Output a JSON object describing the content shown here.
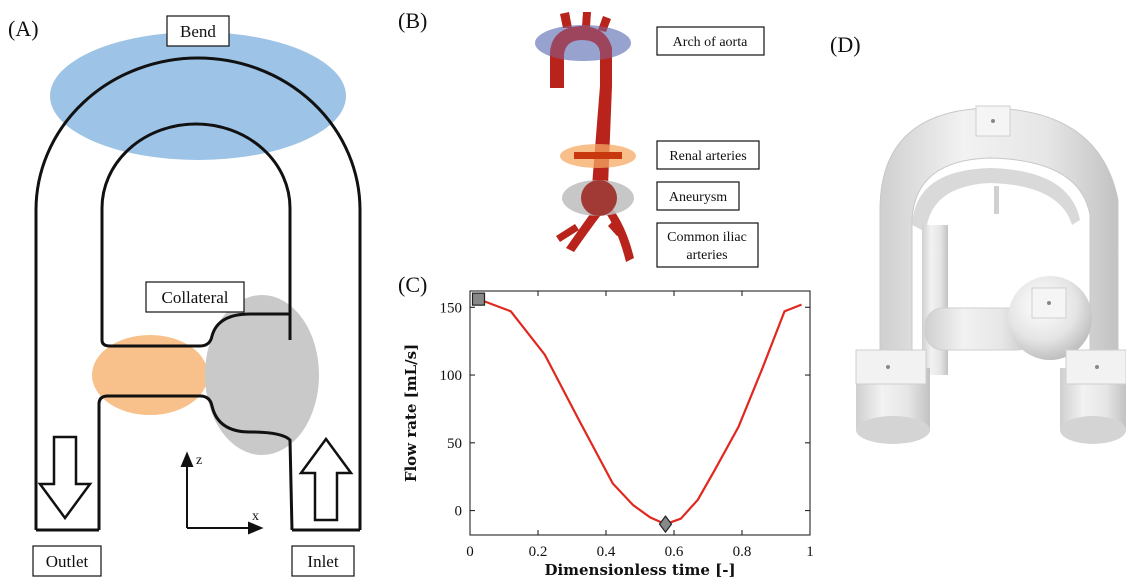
{
  "panels": {
    "a": "(A)",
    "b": "(B)",
    "c": "(C)",
    "d": "(D)"
  },
  "panel_a": {
    "bend": "Bend",
    "collateral": "Collateral",
    "outlet": "Outlet",
    "inlet": "Inlet",
    "axis_z": "z",
    "axis_x": "x",
    "colors": {
      "bend_region": "#9dc3e6",
      "renal_region": "#f8c08a",
      "aneurysm_region": "#c9c9c9",
      "outline": "#111111"
    }
  },
  "panel_b": {
    "labels": [
      "Arch of aorta",
      "Renal arteries",
      "Aneurysm",
      "Common iliac",
      "arteries"
    ],
    "colors": {
      "artery": "#b8231c",
      "arch_region": "#7f6fb0",
      "renal_region": "#f5a964",
      "aneurysm_region": "#bdbdbd"
    }
  },
  "chart_data": {
    "type": "line",
    "xlabel": "Dimensionless time [-]",
    "ylabel": "Flow rate [mL/s]",
    "xlim": [
      0,
      1
    ],
    "ylim": [
      -18,
      162
    ],
    "xticks": [
      "0",
      "0.2",
      "0.4",
      "0.6",
      "0.8",
      "1"
    ],
    "xtick_values": [
      0,
      0.2,
      0.4,
      0.6,
      0.8,
      1
    ],
    "yticks": [
      "0",
      "50",
      "100",
      "150"
    ],
    "ytick_values": [
      0,
      50,
      100,
      150
    ],
    "series": [
      {
        "color": "#e0281e",
        "x": [
          0.025,
          0.12,
          0.22,
          0.32,
          0.42,
          0.48,
          0.53,
          0.575,
          0.62,
          0.67,
          0.72,
          0.79,
          0.86,
          0.925,
          0.975
        ],
        "y": [
          156,
          147,
          115,
          67,
          20,
          4,
          -5,
          -10,
          -6,
          8,
          30,
          62,
          105,
          147,
          152
        ]
      }
    ],
    "markers": [
      {
        "shape": "square",
        "x": 0.025,
        "y": 156,
        "color": "#888888"
      },
      {
        "shape": "diamond",
        "x": 0.575,
        "y": -10,
        "color": "#888888"
      }
    ]
  },
  "panel_d": {
    "colors": {
      "model": "#e9e9e9",
      "shadow": "#bdbdbd"
    }
  }
}
